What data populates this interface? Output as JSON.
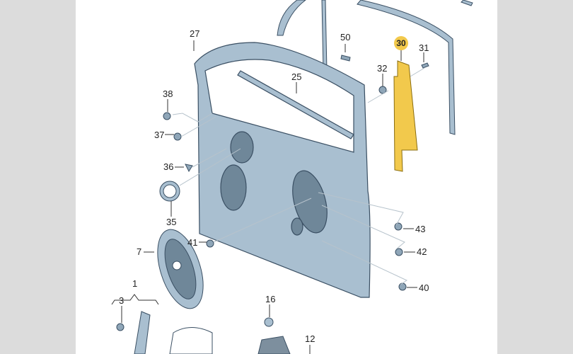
{
  "diagram": {
    "title": "Front door exploded parts diagram",
    "highlight_color": "#f2c94c",
    "part_color": "#a9bfd0",
    "outline_color": "#3a4f63",
    "highlighted_part": "30",
    "callouts": [
      {
        "id": "c27",
        "label": "27"
      },
      {
        "id": "c50",
        "label": "50"
      },
      {
        "id": "c30",
        "label": "30"
      },
      {
        "id": "c31",
        "label": "31"
      },
      {
        "id": "c32",
        "label": "32"
      },
      {
        "id": "c25",
        "label": "25"
      },
      {
        "id": "c38",
        "label": "38"
      },
      {
        "id": "c37",
        "label": "37"
      },
      {
        "id": "c36",
        "label": "36"
      },
      {
        "id": "c35",
        "label": "35"
      },
      {
        "id": "c43",
        "label": "43"
      },
      {
        "id": "c42",
        "label": "42"
      },
      {
        "id": "c41",
        "label": "41"
      },
      {
        "id": "c7",
        "label": "7"
      },
      {
        "id": "c40",
        "label": "40"
      },
      {
        "id": "c1",
        "label": "1"
      },
      {
        "id": "c3",
        "label": "3"
      },
      {
        "id": "c16",
        "label": "16"
      },
      {
        "id": "c12",
        "label": "12"
      }
    ]
  }
}
